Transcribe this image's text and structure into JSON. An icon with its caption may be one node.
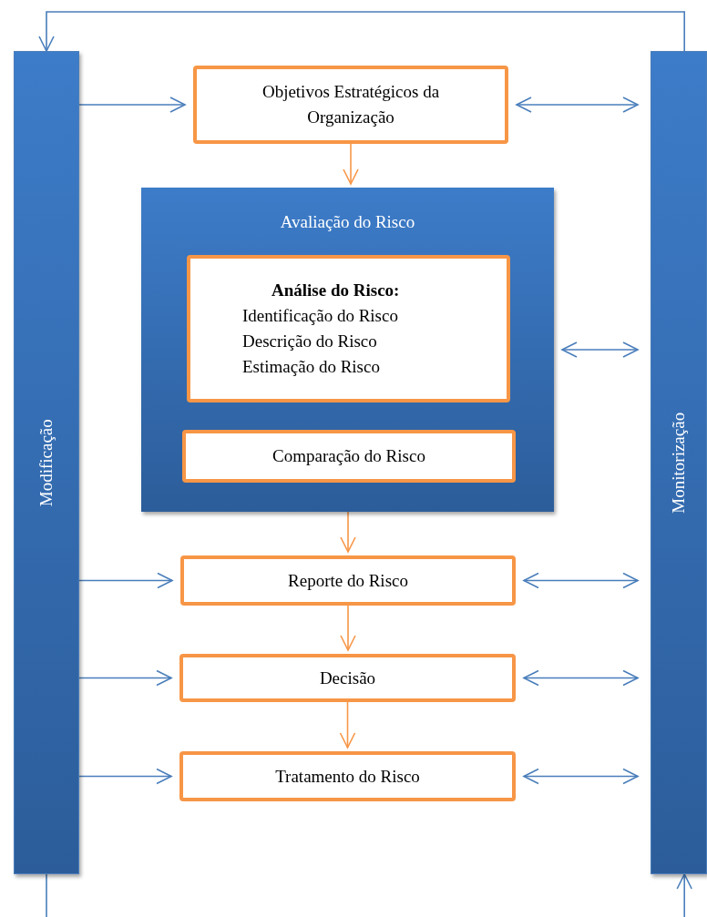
{
  "diagram": {
    "nodes": [
      {
        "text": [
          "Modificação"
        ]
      },
      {
        "text": [
          "Objetivos Estratégicos da Organização"
        ]
      },
      {
        "text": [
          "Avaliação do Risco"
        ]
      },
      {
        "text": [
          "Análise do Risco:",
          "Identificação do Risco",
          "Descrição do Risco",
          "Estimação do Risco"
        ],
        "in": 2
      },
      {
        "text": [
          "Comparação do Risco"
        ],
        "in": 2
      },
      {
        "text": [
          "Reporte do Risco"
        ]
      },
      {
        "text": [
          "Decisão"
        ]
      },
      {
        "text": [
          "Tratamento do Risco"
        ]
      },
      {
        "text": [
          "Monitorização"
        ]
      }
    ],
    "edges": [
      {
        "from": 8,
        "to": 0,
        "arrow": "to"
      },
      {
        "from": 0,
        "to": null,
        "arrow": "none"
      },
      {
        "from": null,
        "to": 8,
        "arrow": "to"
      },
      {
        "from": 0,
        "to": 1,
        "arrow": "to"
      },
      {
        "from": 1,
        "to": 8,
        "arrow": "both"
      },
      {
        "from": 1,
        "to": 2,
        "arrow": "to",
        "color": "#f79646"
      },
      {
        "from": 2,
        "to": 8,
        "arrow": "both"
      },
      {
        "from": 2,
        "to": 5,
        "arrow": "to",
        "color": "#f79646"
      },
      {
        "from": 0,
        "to": 5,
        "arrow": "to"
      },
      {
        "from": 5,
        "to": 8,
        "arrow": "both"
      },
      {
        "from": 5,
        "to": 6,
        "arrow": "to",
        "color": "#f79646"
      },
      {
        "from": 0,
        "to": 6,
        "arrow": "to"
      },
      {
        "from": 6,
        "to": 8,
        "arrow": "both"
      },
      {
        "from": 6,
        "to": 7,
        "arrow": "to",
        "color": "#f79646"
      },
      {
        "from": 0,
        "to": 7,
        "arrow": "to"
      },
      {
        "from": 7,
        "to": 8,
        "arrow": "both"
      }
    ]
  }
}
